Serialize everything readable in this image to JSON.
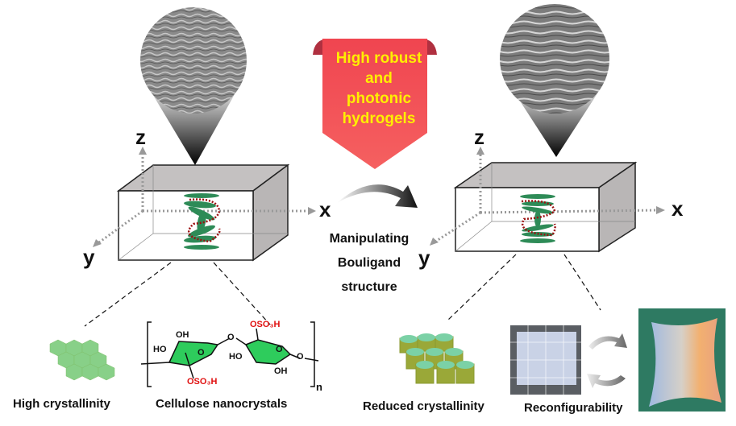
{
  "banner": {
    "lines": [
      "High robust",
      "and",
      "photonic",
      "hydrogels"
    ],
    "color": "#f2454f",
    "text_color": "#ffef00"
  },
  "left_panel": {
    "axes": {
      "x": "x",
      "y": "y",
      "z": "z"
    },
    "image": "sem-micrograph-disordered-texture",
    "caption_crystal": "High crystallinity",
    "caption_molecule": "Cellulose nanocrystals"
  },
  "process": {
    "lines": [
      "Manipulating",
      "Bouligand",
      "structure"
    ]
  },
  "right_panel": {
    "axes": {
      "x": "x",
      "y": "y",
      "z": "z"
    },
    "image": "sem-micrograph-layered-texture",
    "caption_crystal": "Reduced crystallinity",
    "caption_reconfig": "Reconfigurability"
  },
  "molecule": {
    "groups": {
      "oh": "OH",
      "ho": "HO",
      "o": "O",
      "oso3h": "OSO₃H",
      "n": "n"
    },
    "ring_color": "#2ecc5c",
    "sulfate_color": "#e01010"
  },
  "colors": {
    "helix_rod": "#2e8b57",
    "helix_path": "#9b1111",
    "box_top": "#c4c1c1"
  }
}
